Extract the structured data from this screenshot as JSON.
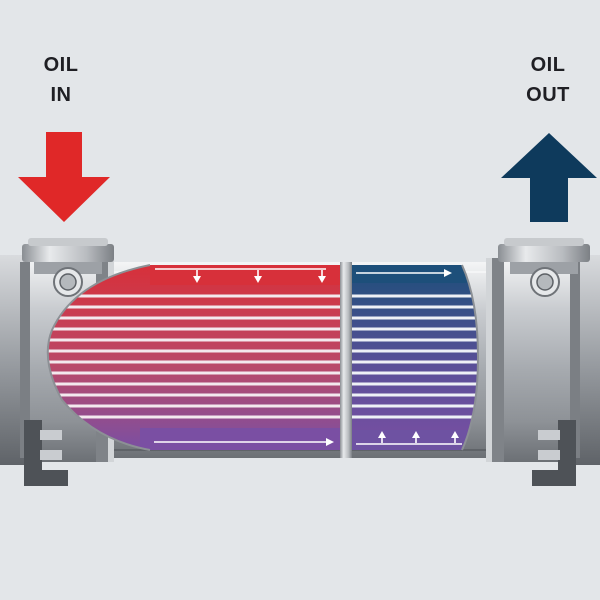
{
  "labels": {
    "oil_in": [
      "OIL",
      "IN"
    ],
    "oil_out": [
      "OIL",
      "OUT"
    ]
  },
  "colors": {
    "background": "#e3e6e9",
    "oil_in_arrow": "#e02828",
    "oil_out_arrow": "#0e3a5c",
    "hot_channel": "#d7303a",
    "cool_channel": "#1d4f7a",
    "return_channel": "#7a4fa3"
  },
  "icons": {
    "inlet_arrow": "arrow-down-icon",
    "outlet_arrow": "arrow-up-icon"
  }
}
